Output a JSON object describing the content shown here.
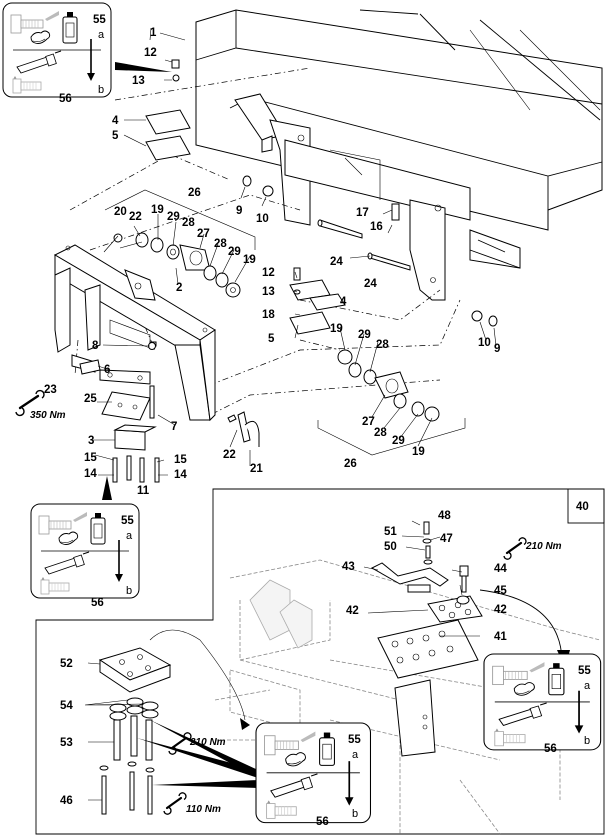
{
  "labels": {
    "l1": "1",
    "l2": "2",
    "l3": "3",
    "l4a": "4",
    "l4b": "4",
    "l5a": "5",
    "l5b": "5",
    "l6": "6",
    "l7": "7",
    "l8": "8",
    "l9a": "9",
    "l9b": "9",
    "l10a": "10",
    "l10b": "10",
    "l11": "11",
    "l12a": "12",
    "l12b": "12",
    "l13a": "13",
    "l13b": "13",
    "l14a": "14",
    "l14b": "14",
    "l15a": "15",
    "l15b": "15",
    "l16": "16",
    "l17": "17",
    "l18": "18",
    "l19a": "19",
    "l19b": "19",
    "l19c": "19",
    "l19d": "19",
    "l20": "20",
    "l21": "21",
    "l22a": "22",
    "l22b": "22",
    "l23": "23",
    "l24a": "24",
    "l24b": "24",
    "l25": "25",
    "l26a": "26",
    "l26b": "26",
    "l27a": "27",
    "l27b": "27",
    "l28a": "28",
    "l28b": "28",
    "l28c": "28",
    "l28d": "28",
    "l29a": "29",
    "l29b": "29",
    "l29c": "29",
    "l29d": "29",
    "l40": "40",
    "l41": "41",
    "l42a": "42",
    "l42b": "42",
    "l43": "43",
    "l44": "44",
    "l45": "45",
    "l46": "46",
    "l47": "47",
    "l48": "48",
    "l50": "50",
    "l51": "51",
    "l52": "52",
    "l53": "53",
    "l54": "54"
  },
  "torques": {
    "t350": "350 Nm",
    "t210a": "210 Nm",
    "t210b": "210 Nm",
    "t110": "110 Nm"
  },
  "callouts": {
    "cb1": {
      "code_top": "55",
      "a": "a",
      "b": "b",
      "code_bottom": "56"
    },
    "cb2": {
      "code_top": "55",
      "a": "a",
      "b": "b",
      "code_bottom": "56"
    },
    "cb3": {
      "code_top": "55",
      "a": "a",
      "b": "b",
      "code_bottom": "56"
    },
    "cb4": {
      "code_top": "55",
      "a": "a",
      "b": "b",
      "code_bottom": "56"
    }
  }
}
